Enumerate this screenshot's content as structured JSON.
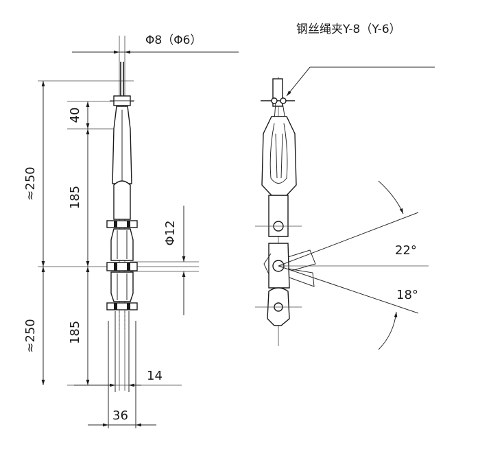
{
  "left_view": {
    "diameter_top": "Φ8（Φ6）",
    "dim_40": "40",
    "dim_185_top": "185",
    "dim_250_top": "≈250",
    "dim_phi12": "Φ12",
    "dim_185_bottom": "185",
    "dim_250_bottom": "≈250",
    "dim_14": "14",
    "dim_36": "36"
  },
  "right_view": {
    "clamp_label": "钢丝绳夹Y-8（Y-6）",
    "angle_upper": "22°",
    "angle_lower": "18°"
  }
}
